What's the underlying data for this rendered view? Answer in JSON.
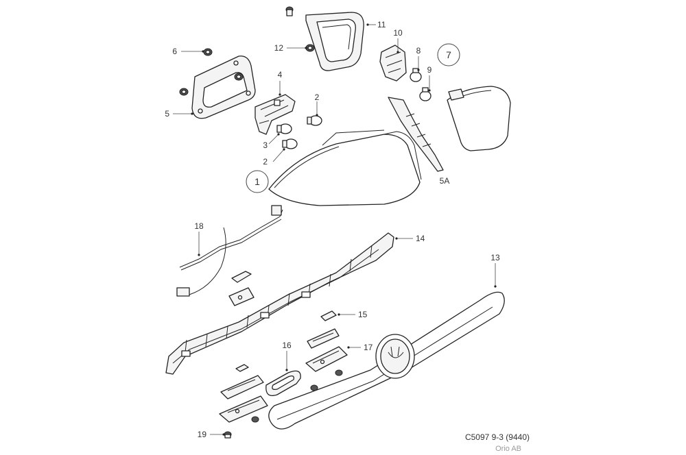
{
  "labels": {
    "p1": "1",
    "p2a": "2",
    "p2b": "2",
    "p3": "3",
    "p4": "4",
    "p5": "5",
    "p5a": "5A",
    "p6": "6",
    "p7": "7",
    "p8": "8",
    "p9": "9",
    "p10": "10",
    "p11": "11",
    "p12": "12",
    "p13": "13",
    "p14": "14",
    "p15": "15",
    "p16": "16",
    "p17": "17",
    "p18": "18",
    "p19": "19"
  },
  "footer": {
    "code": "C5097 9-3 (9440)",
    "company": "Orio AB"
  }
}
